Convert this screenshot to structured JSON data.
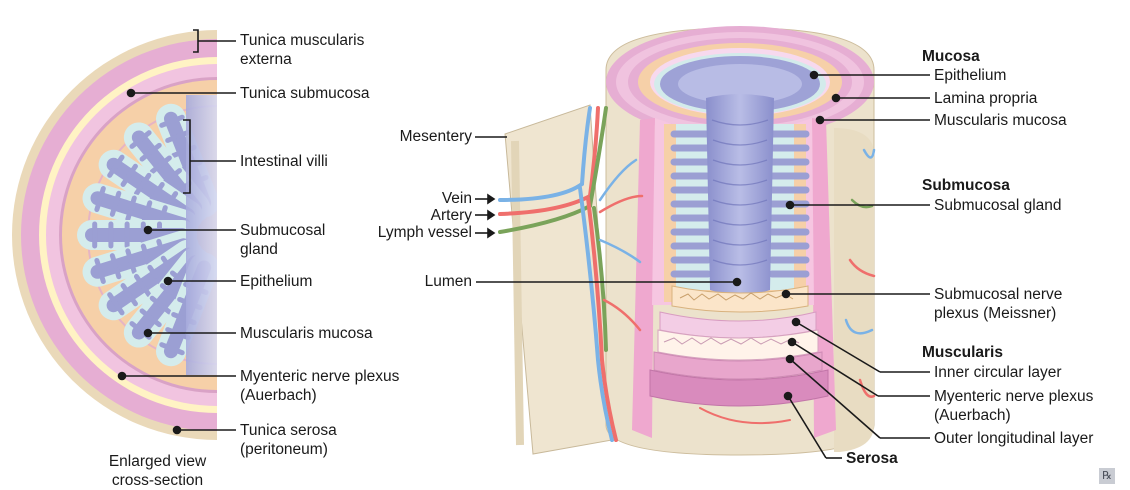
{
  "left_panel": {
    "labels": {
      "tunica_muscularis_externa": "Tunica muscularis\nexterna",
      "tunica_submucosa": "Tunica submucosa",
      "intestinal_villi": "Intestinal villi",
      "submucosal_gland": "Submucosal\ngland",
      "epithelium": "Epithelium",
      "muscularis_mucosa": "Muscularis mucosa",
      "myenteric_nerve_plexus": "Myenteric nerve plexus\n(Auerbach)",
      "tunica_serosa": "Tunica serosa\n(peritoneum)"
    },
    "caption": "Enlarged view\ncross-section"
  },
  "right_panel": {
    "left_labels": {
      "mesentery": "Mesentery",
      "vein": "Vein",
      "artery": "Artery",
      "lymph_vessel": "Lymph vessel",
      "lumen": "Lumen"
    },
    "mucosa": {
      "heading": "Mucosa",
      "epithelium": "Epithelium",
      "lamina_propria": "Lamina propria",
      "muscularis_mucosa": "Muscularis mucosa"
    },
    "submucosa": {
      "heading": "Submucosa",
      "submucosal_gland": "Submucosal gland",
      "nerve_plexus": "Submucosal nerve\nplexus (Meissner)"
    },
    "muscularis": {
      "heading": "Muscularis",
      "inner_circular": "Inner circular layer",
      "myenteric": "Myenteric nerve plexus\n(Auerbach)",
      "outer_longitudinal": "Outer longitudinal layer"
    },
    "serosa": "Serosa"
  },
  "colors": {
    "serosa": "#ebe1cb",
    "muscularis": "#e2a9d0",
    "muscularis_light": "#f3cde5",
    "submucosa": "#f6cda3",
    "villi_outline": "#d4ecec",
    "villi_core": "#9b9fd3",
    "lumen_dark": "#7d83c2",
    "vein": "#7ab2e6",
    "artery": "#ef6f6c",
    "lymph": "#7aa35a",
    "nerve_band": "#fff1b8"
  },
  "watermark_icon": "rx-logo"
}
